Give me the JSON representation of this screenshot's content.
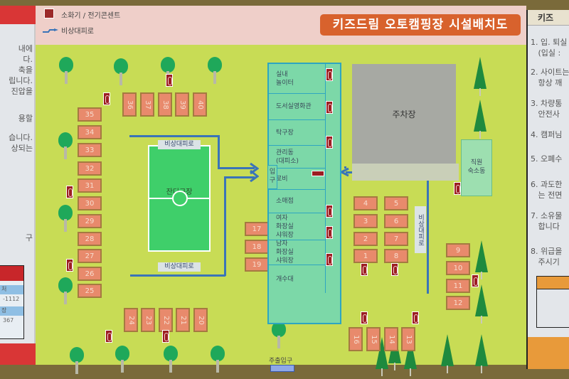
{
  "left_panel": {
    "text_fragments": [
      "내에",
      "다.",
      "축을",
      "립니다.",
      "진압을",
      "용할",
      "습니다.",
      "상되는",
      "구"
    ],
    "contact_rows": [
      {
        "label": "처",
        "number": "-1112"
      },
      {
        "label": "장",
        "number": "367"
      }
    ]
  },
  "legend": {
    "fire_label": "소화기 / 전기콘센트",
    "route_label": "비상대피로"
  },
  "title": "키즈드림  오토캠핑장  시설배치도",
  "map": {
    "field_label": "잔디구장",
    "evac_label_top": "비상대피로",
    "evac_label_bottom": "비상대피로",
    "evac_label_vertical": "비상대피로",
    "parking_label": "주차장",
    "staff_label_1": "직원",
    "staff_label_2": "숙소동",
    "entrance_label": "입구",
    "main_gate_label": "주출입구",
    "facility": [
      {
        "name": "실내\n놀이터"
      },
      {
        "name": "도서실영화관"
      },
      {
        "name": "탁구장"
      },
      {
        "name": "관리동\n(대피소)"
      },
      {
        "name": "로비"
      },
      {
        "name": "소매점"
      },
      {
        "name": "여자\n화장실\n샤워장"
      },
      {
        "name": "남자\n화장실\n샤워장"
      },
      {
        "name": "개수대"
      }
    ],
    "sites": {
      "top_row": [
        "36",
        "37",
        "38",
        "39",
        "40"
      ],
      "left_column": [
        "35",
        "34",
        "33",
        "32",
        "31",
        "30",
        "29",
        "28",
        "27",
        "26",
        "25"
      ],
      "bottom_row": [
        "24",
        "23",
        "22",
        "21",
        "20"
      ],
      "middle_column": [
        "17",
        "18",
        "19"
      ],
      "center_left": [
        "4",
        "3",
        "2",
        "1"
      ],
      "center_right": [
        "5",
        "6",
        "7",
        "8"
      ],
      "right_column": [
        "9",
        "10",
        "11",
        "12"
      ],
      "bottom_right": [
        "16",
        "15",
        "14",
        "13"
      ]
    }
  },
  "right_panel": {
    "header": "키즈",
    "rules": [
      {
        "num": "1.",
        "line1": "입. 퇴실",
        "line2": "(입실 :"
      },
      {
        "num": "2.",
        "line1": "사이트는",
        "line2": "항상 깨"
      },
      {
        "num": "3.",
        "line1": "차량통",
        "line2": "안전사"
      },
      {
        "num": "4.",
        "line1": "캠퍼님",
        "line2": ""
      },
      {
        "num": "5.",
        "line1": "오폐수",
        "line2": ""
      },
      {
        "num": "6.",
        "line1": "과도한",
        "line2": "는 전면"
      },
      {
        "num": "7.",
        "line1": "소유물",
        "line2": "합니다"
      },
      {
        "num": "8.",
        "line1": "위급을",
        "line2": "주시기"
      }
    ]
  },
  "colors": {
    "board_green": "#c8dc55",
    "header_pink": "#efcfc9",
    "title_orange": "#d8622d",
    "site_salmon": "#e88a6c",
    "facility_mint": "#7cd8a8",
    "route_blue": "#3a74b8",
    "fire_red": "#9c1e22"
  }
}
